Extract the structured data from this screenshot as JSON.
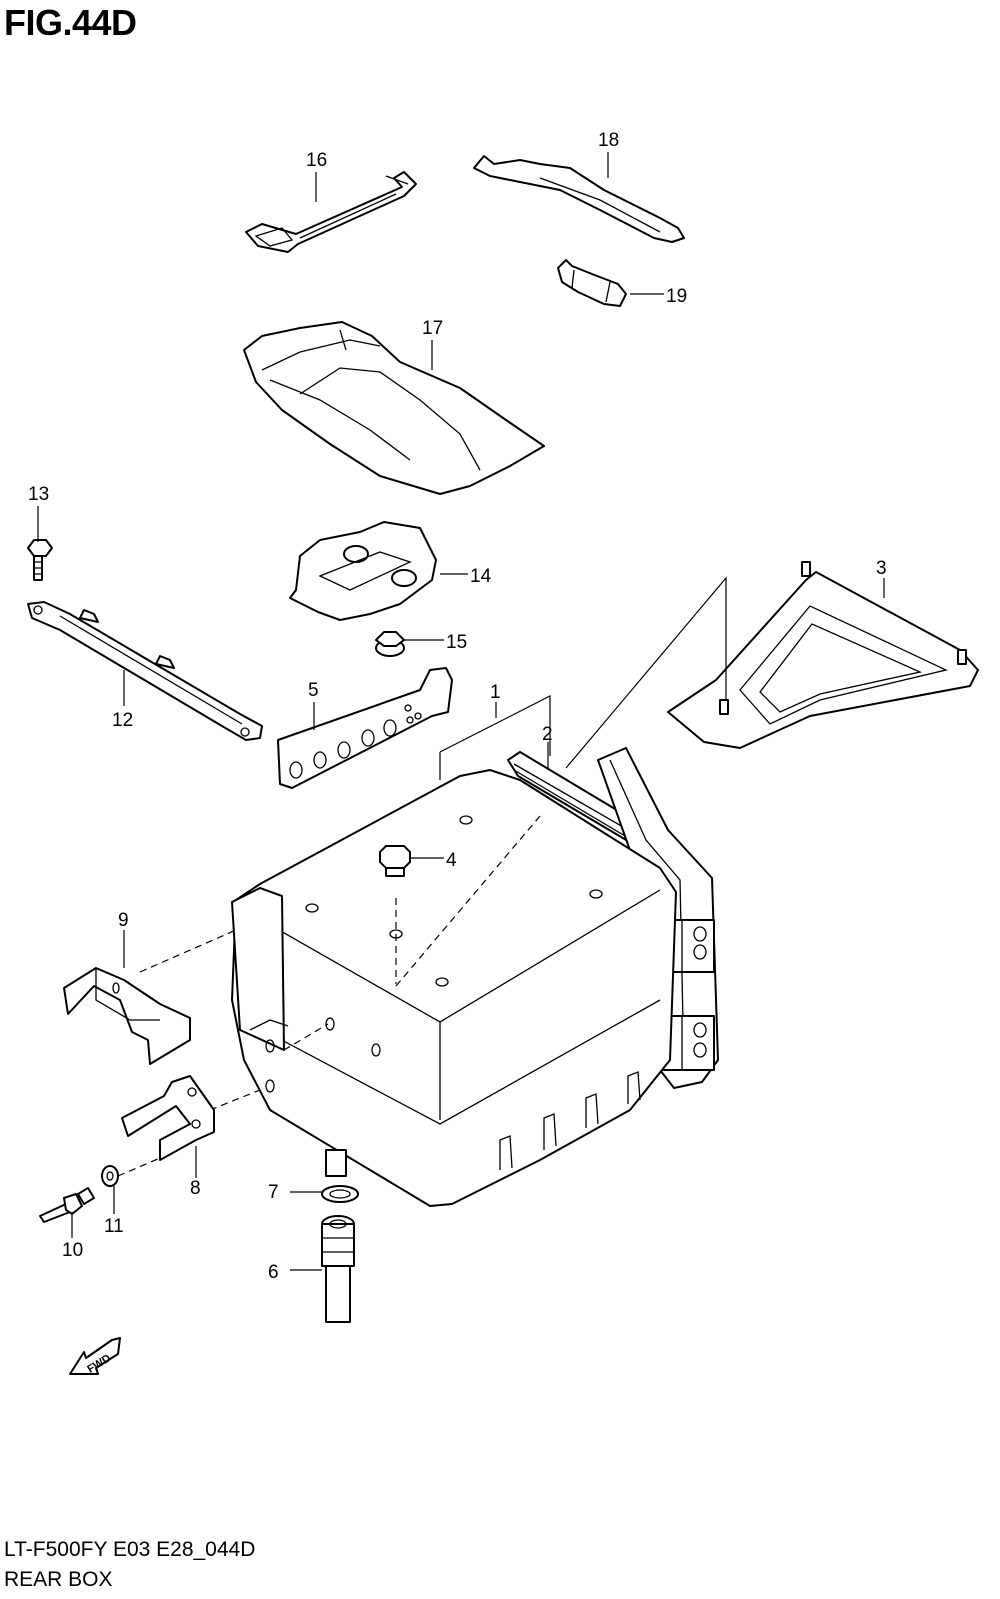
{
  "header": {
    "figure_label": "FIG.44D"
  },
  "footer": {
    "model_code": "LT-F500FY E03 E28_044D",
    "section_name": "REAR BOX"
  },
  "fwd_label": "FWD",
  "callouts": {
    "n1": "1",
    "n2": "2",
    "n3": "3",
    "n4": "4",
    "n5": "5",
    "n6": "6",
    "n7": "7",
    "n8": "8",
    "n9": "9",
    "n10": "10",
    "n11": "11",
    "n12": "12",
    "n13": "13",
    "n14": "14",
    "n15": "15",
    "n16": "16",
    "n17": "17",
    "n18": "18",
    "n19": "19"
  }
}
